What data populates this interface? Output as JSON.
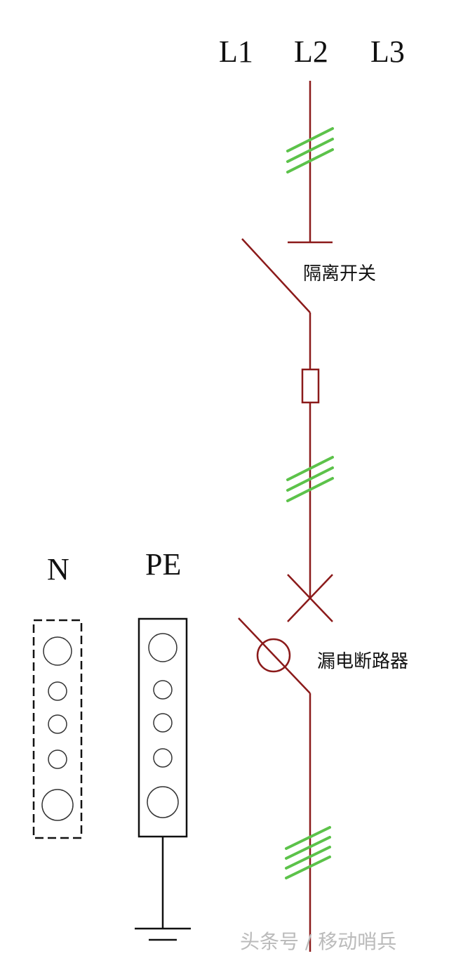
{
  "phases": [
    "L1",
    "L2",
    "L3"
  ],
  "labels": {
    "isolator": "隔离开关",
    "rcd": "漏电断路器",
    "neutral_bar": "N",
    "earth_bar": "PE"
  },
  "watermark": "头条号 / 移动哨兵",
  "colors": {
    "circuit_line": "#8b1a1a",
    "phase_ticks": "#5cc24a",
    "bus_bars": "#111111"
  },
  "icons": [
    "isolating-switch-icon",
    "fuse-icon",
    "contactor-cross-icon",
    "rcd-icon",
    "ground-symbol-icon"
  ]
}
